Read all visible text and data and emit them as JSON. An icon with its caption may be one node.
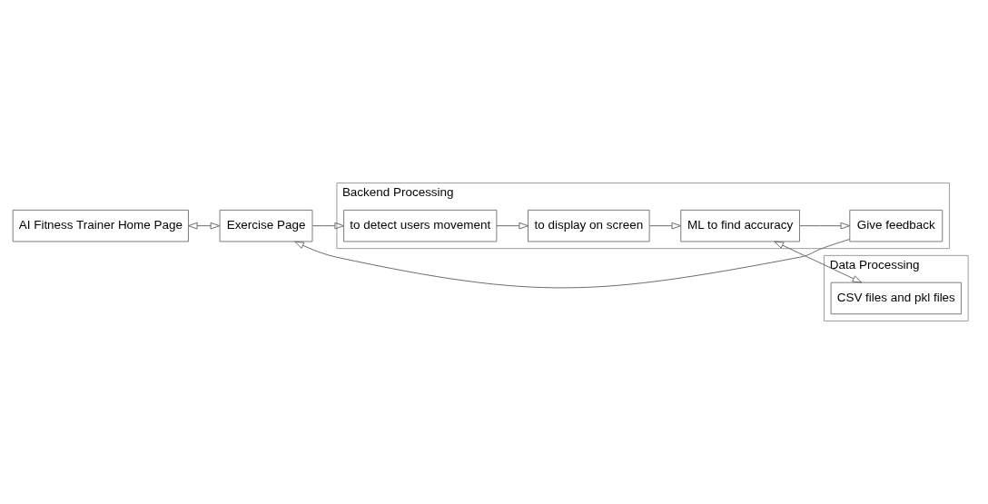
{
  "diagram": {
    "nodes": [
      {
        "text": [
          "Data Processing"
        ]
      },
      {
        "text": [
          "CSV files and pkl files"
        ],
        "in": 0
      },
      {
        "text": [
          "AI Fitness Trainer Home Page"
        ]
      },
      {
        "text": [
          "Exercise Page"
        ]
      },
      {
        "text": [
          "Backend Processing"
        ]
      },
      {
        "text": [
          "to detect users movement"
        ],
        "in": 4
      },
      {
        "text": [
          "to display on screen"
        ],
        "in": 4
      },
      {
        "text": [
          "ML to find accuracy"
        ],
        "in": 4
      },
      {
        "text": [
          "Give feedback"
        ],
        "in": 4
      }
    ],
    "edges": [
      {
        "from": 2,
        "to": 3,
        "arrow": "both"
      },
      {
        "from": 3,
        "to": 5,
        "arrow": "to"
      },
      {
        "from": 5,
        "to": 6,
        "arrow": "to"
      },
      {
        "from": 6,
        "to": 7,
        "arrow": "to"
      },
      {
        "from": 7,
        "to": 8,
        "arrow": "to"
      },
      {
        "from": 7,
        "to": 1,
        "arrow": "both"
      },
      {
        "from": 8,
        "to": 3,
        "arrow": "to"
      }
    ]
  }
}
